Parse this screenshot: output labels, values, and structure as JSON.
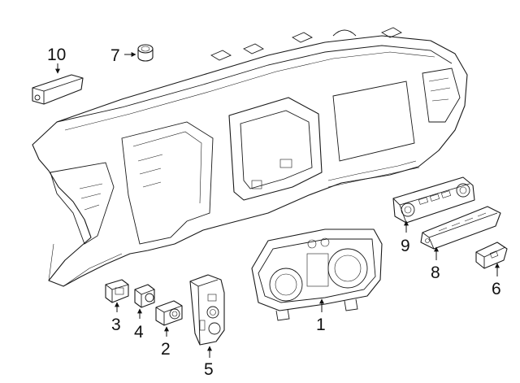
{
  "callouts": {
    "c1": "1",
    "c2": "2",
    "c3": "3",
    "c4": "4",
    "c5": "5",
    "c6": "6",
    "c7": "7",
    "c8": "8",
    "c9": "9",
    "c10": "10"
  },
  "colors": {
    "line": "#1a1a1a",
    "background": "#ffffff"
  }
}
